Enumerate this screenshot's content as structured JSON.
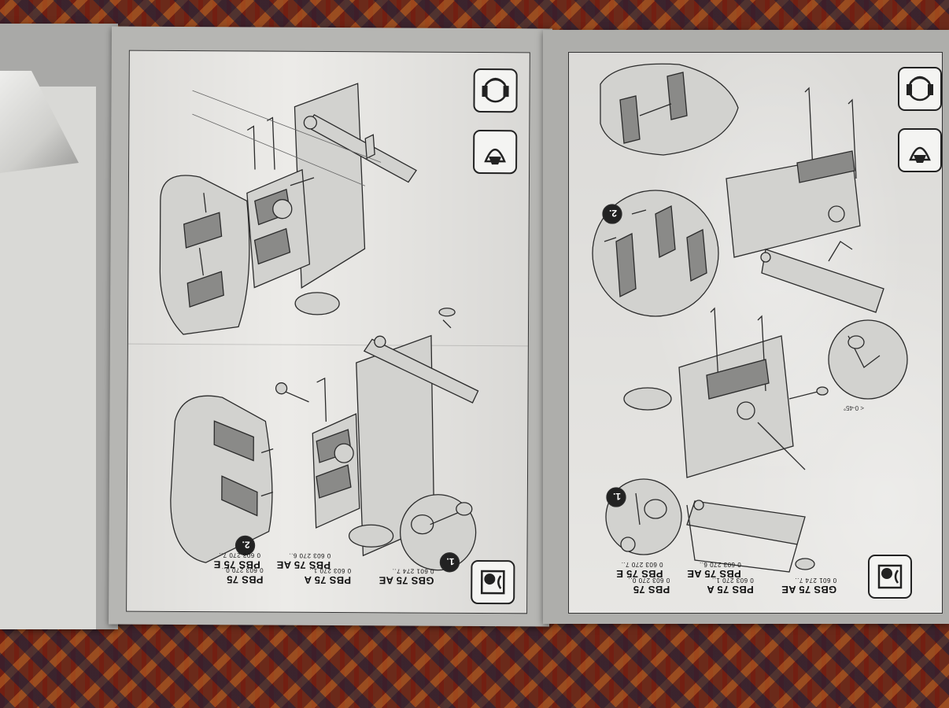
{
  "scene": {
    "description_free": true
  },
  "middle_panel": {
    "step1_label": "1.",
    "step2_label": "2.",
    "models": [
      {
        "name": "GBS 75 AE",
        "number": "0 601 274 7.."
      },
      {
        "name": "PBS 75 A",
        "number": "0 603 270 1.."
      },
      {
        "name": "PBS 75 AE",
        "number": "0 603 270 6.."
      },
      {
        "name": "PBS 75",
        "number": "0 603 270 0.."
      },
      {
        "name": "PBS 75 E",
        "number": "0 603 270 7.."
      }
    ],
    "icons": [
      "ear-protection-icon",
      "dust-mask-icon",
      "book-manual-icon"
    ]
  },
  "right_panel": {
    "step1_label": "1.",
    "step2_label": "2.",
    "angle_annotation": "< 0-45°",
    "models": [
      {
        "name": "GBS 75 AE",
        "number": "0 601 274 7.."
      },
      {
        "name": "PBS 75 A",
        "number": "0 603 270 1.."
      },
      {
        "name": "PBS 75 AE",
        "number": "0 603 270 6.."
      },
      {
        "name": "PBS 75",
        "number": "0 603 270 0.."
      },
      {
        "name": "PBS 75 E",
        "number": "0 603 270 7.."
      }
    ],
    "icons": [
      "ear-protection-icon",
      "dust-mask-icon",
      "book-manual-icon"
    ]
  }
}
